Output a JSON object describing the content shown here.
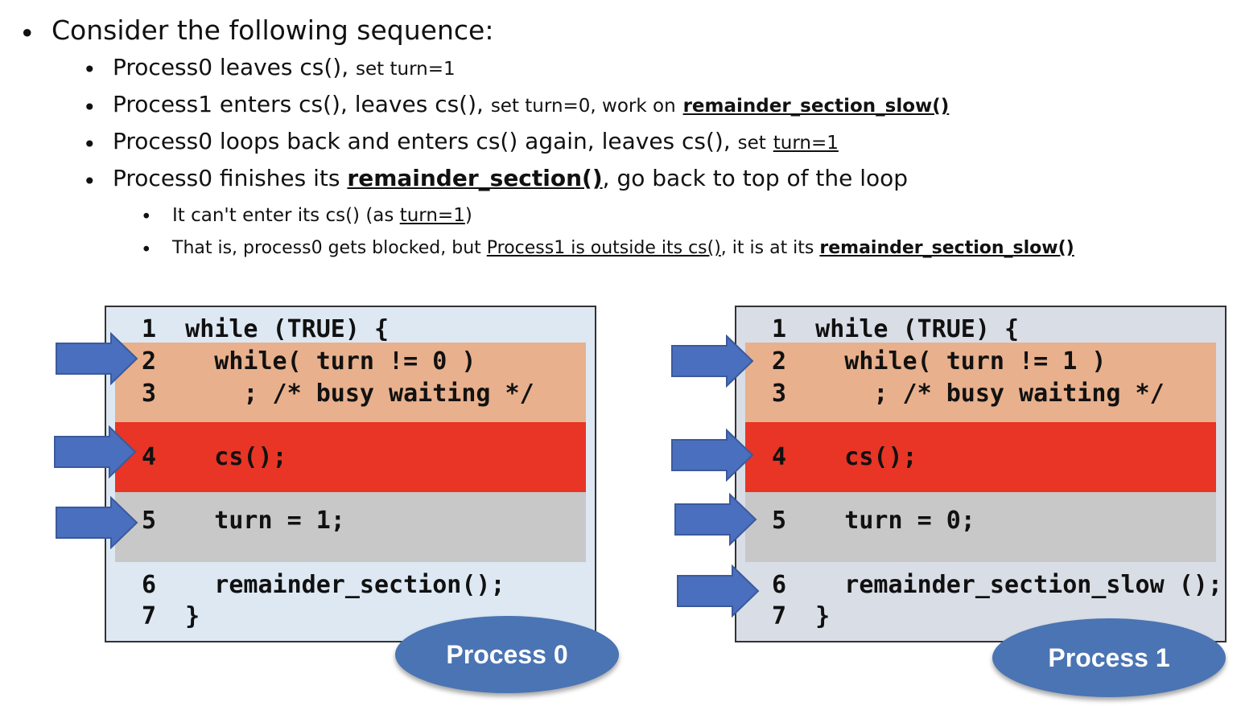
{
  "bullets": {
    "main": "Consider the following sequence:",
    "l1a": "Process0 leaves cs(),",
    "l1b": "set turn=1",
    "l2a": "Process1 enters cs(), leaves cs(),",
    "l2b": "set turn=0, work on",
    "l2c": "remainder_section_slow()",
    "l3a": "Process0 loops back and enters cs() again, leaves cs(),",
    "l3b": "set",
    "l3c": "turn=1",
    "l4a": "Process0 finishes its",
    "l4b": "remainder_section()",
    "l4c": ", go back to top of the loop",
    "s1a": "It can't enter its cs() (as",
    "s1b": "turn=1",
    "s1c": ")",
    "s2a": "That is, process0 gets blocked, but",
    "s2b": "Process1 is outside its cs()",
    "s2c": ", it is at its",
    "s2d": "remainder_section_slow()"
  },
  "process0": {
    "label": "Process 0",
    "lines": [
      "1  while (TRUE) {",
      "2    while( turn != 0 )",
      "3      ; /* busy waiting */",
      "4    cs();",
      "5    turn = 1;",
      "6    remainder_section();",
      "7  }"
    ]
  },
  "process1": {
    "label": "Process 1",
    "lines": [
      "1  while (TRUE) {",
      "2    while( turn != 1 )",
      "3      ; /* busy waiting */",
      "4    cs();",
      "5    turn = 0;",
      "6    remainder_section_slow ();",
      "7  }"
    ]
  },
  "colors": {
    "panel0_bg": "#dde8f3",
    "panel1_bg": "#d9dde6",
    "busy_wait": "#e8b08c",
    "critical_section": "#e83525",
    "exit_section": "#c8c8c8",
    "arrow": "#4a6fbe",
    "oval": "#4a74b3"
  }
}
